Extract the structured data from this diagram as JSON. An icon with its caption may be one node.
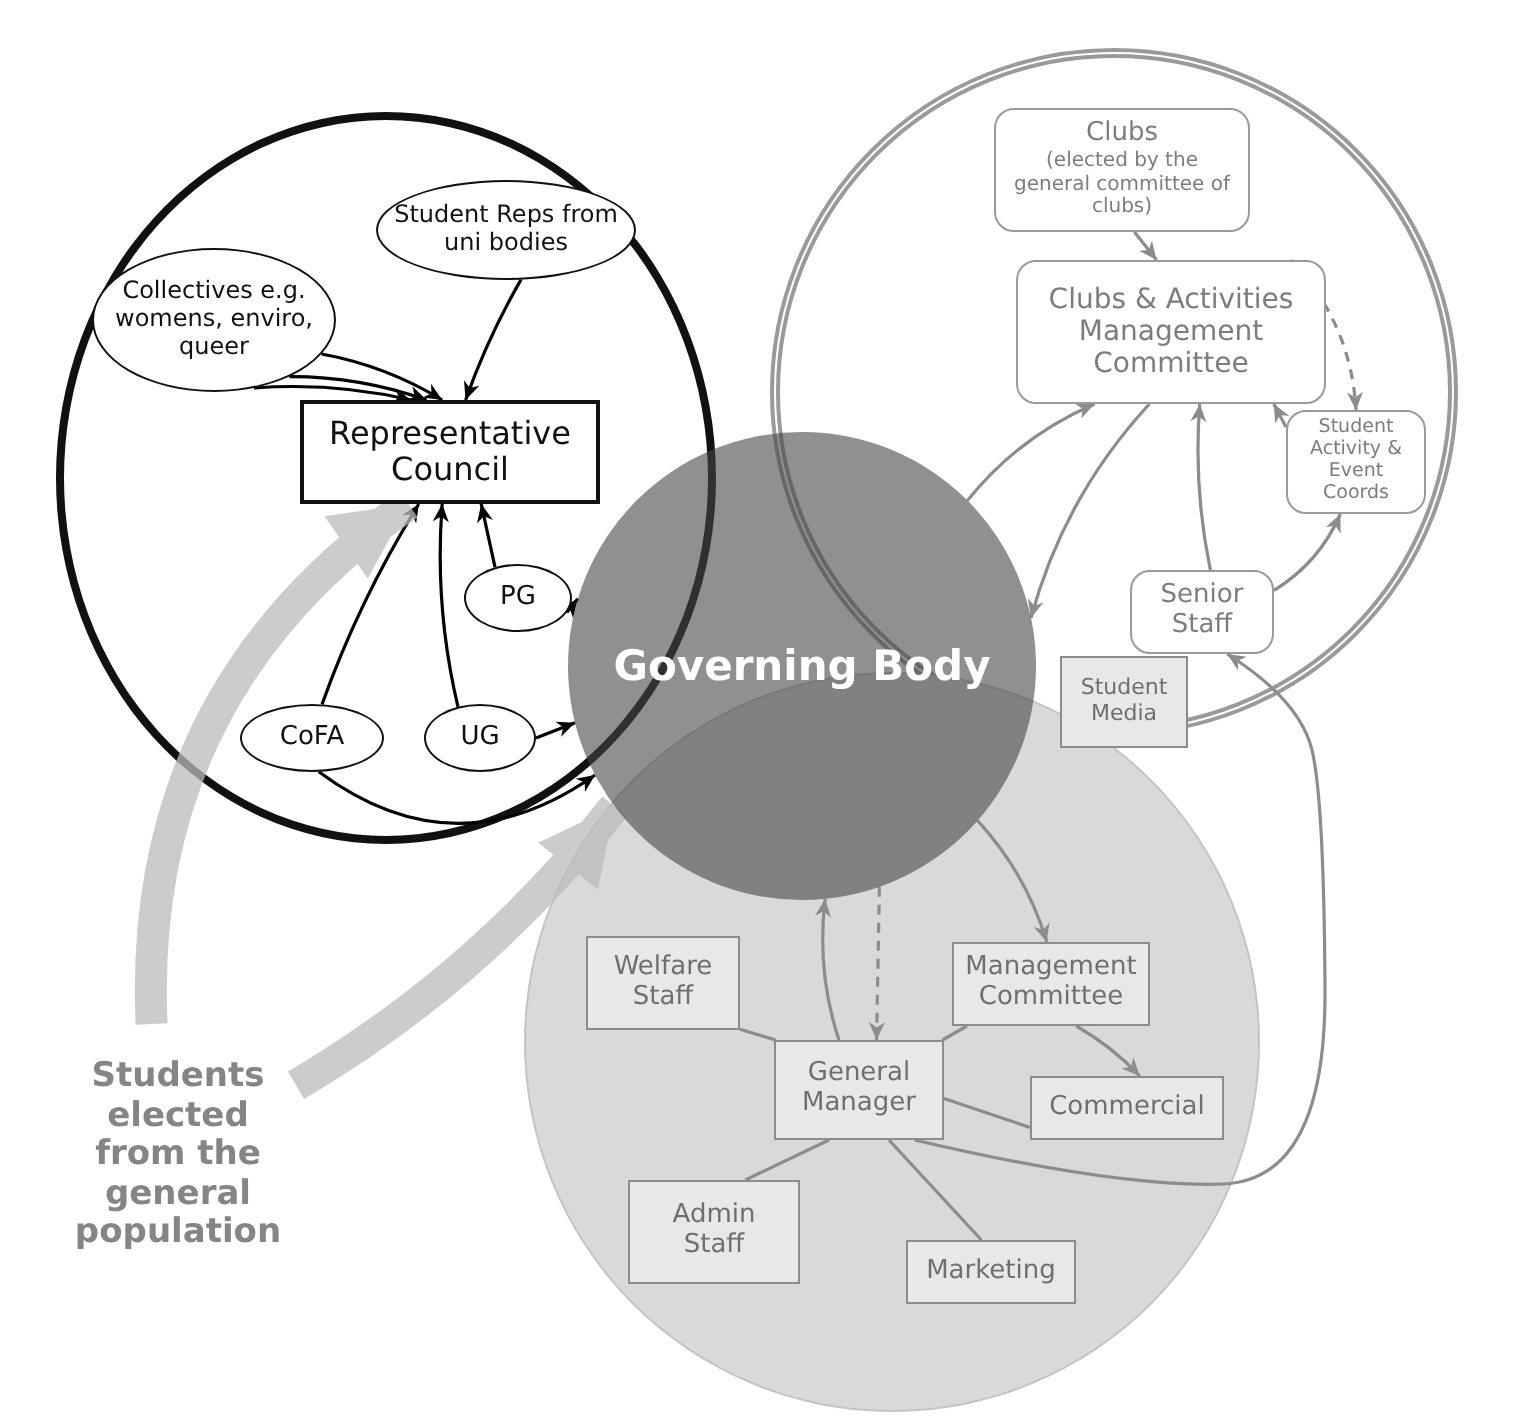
{
  "diagram": {
    "nodes": [
      {
        "text": [],
        "shape": "circle"
      },
      {
        "text": [
          "Collectives e.g. womens, enviro, queer"
        ],
        "in": 0
      },
      {
        "text": [
          "Student Reps from uni bodies"
        ],
        "in": 0
      },
      {
        "text": [
          "Representative Council"
        ],
        "in": 0
      },
      {
        "text": [
          "PG"
        ],
        "in": 0
      },
      {
        "text": [
          "CoFA"
        ],
        "in": 0
      },
      {
        "text": [
          "UG"
        ],
        "in": 0
      },
      {
        "text": [],
        "shape": "circle"
      },
      {
        "text": [
          "Clubs",
          "(elected by the general committee of clubs)"
        ],
        "in": 7
      },
      {
        "text": [
          "Clubs & Activities Management Committee"
        ],
        "in": 7
      },
      {
        "text": [
          "Student Activity & Event Coords"
        ],
        "in": 7
      },
      {
        "text": [
          "Senior Staff"
        ],
        "in": 7
      },
      {
        "text": [],
        "shape": "circle"
      },
      {
        "text": [
          "Governing Body"
        ]
      },
      {
        "text": [
          "Student Media"
        ]
      },
      {
        "text": [
          "Welfare Staff"
        ],
        "in": 12
      },
      {
        "text": [
          "Management Committee"
        ],
        "in": 12
      },
      {
        "text": [
          "General Manager"
        ],
        "in": 12
      },
      {
        "text": [
          "Commercial"
        ],
        "in": 12
      },
      {
        "text": [
          "Admin Staff"
        ],
        "in": 12
      },
      {
        "text": [
          "Marketing"
        ],
        "in": 12
      },
      {
        "text": [
          "Students elected from the general population"
        ]
      }
    ],
    "edges": [
      {
        "from": 1,
        "to": 3,
        "arrow": "to",
        "color": "#000000"
      },
      {
        "from": 1,
        "to": 3,
        "arrow": "to",
        "color": "#000000"
      },
      {
        "from": 1,
        "to": 3,
        "arrow": "to",
        "color": "#000000"
      },
      {
        "from": 2,
        "to": 3,
        "arrow": "to",
        "color": "#000000"
      },
      {
        "from": 4,
        "to": 3,
        "arrow": "to",
        "color": "#000000"
      },
      {
        "from": 5,
        "to": 3,
        "arrow": "to",
        "color": "#000000"
      },
      {
        "from": 6,
        "to": 3,
        "arrow": "to",
        "color": "#000000"
      },
      {
        "from": 4,
        "to": 13,
        "arrow": "to",
        "color": "#000000"
      },
      {
        "from": 6,
        "to": 13,
        "arrow": "to",
        "color": "#000000"
      },
      {
        "from": 5,
        "to": 13,
        "arrow": "to",
        "color": "#000000"
      },
      {
        "from": 21,
        "to": 3,
        "arrow": "to",
        "style": "thick",
        "color": "#bbbbbb"
      },
      {
        "from": 21,
        "to": 13,
        "arrow": "to",
        "style": "thick",
        "color": "#bbbbbb"
      },
      {
        "from": 8,
        "to": 9,
        "arrow": "to"
      },
      {
        "from": 9,
        "to": 10,
        "arrow": "to",
        "style": "dashed"
      },
      {
        "from": 10,
        "to": 9,
        "arrow": "to"
      },
      {
        "from": 13,
        "to": 9,
        "arrow": "to"
      },
      {
        "from": 9,
        "to": 13,
        "arrow": "to"
      },
      {
        "from": 11,
        "to": 9,
        "arrow": "to"
      },
      {
        "from": 11,
        "to": 10,
        "arrow": "to"
      },
      {
        "from": 17,
        "to": 13,
        "arrow": "to"
      },
      {
        "from": 13,
        "to": 17,
        "arrow": "to",
        "style": "dashed"
      },
      {
        "from": 13,
        "to": 16,
        "arrow": "to"
      },
      {
        "from": 16,
        "to": 18,
        "arrow": "to"
      },
      {
        "from": 15,
        "to": 17,
        "arrow": "none"
      },
      {
        "from": 16,
        "to": 17,
        "arrow": "none"
      },
      {
        "from": 17,
        "to": 18,
        "arrow": "none"
      },
      {
        "from": 19,
        "to": 17,
        "arrow": "none"
      },
      {
        "from": 20,
        "to": 17,
        "arrow": "none"
      },
      {
        "from": 17,
        "to": 11,
        "arrow": "to"
      }
    ]
  }
}
